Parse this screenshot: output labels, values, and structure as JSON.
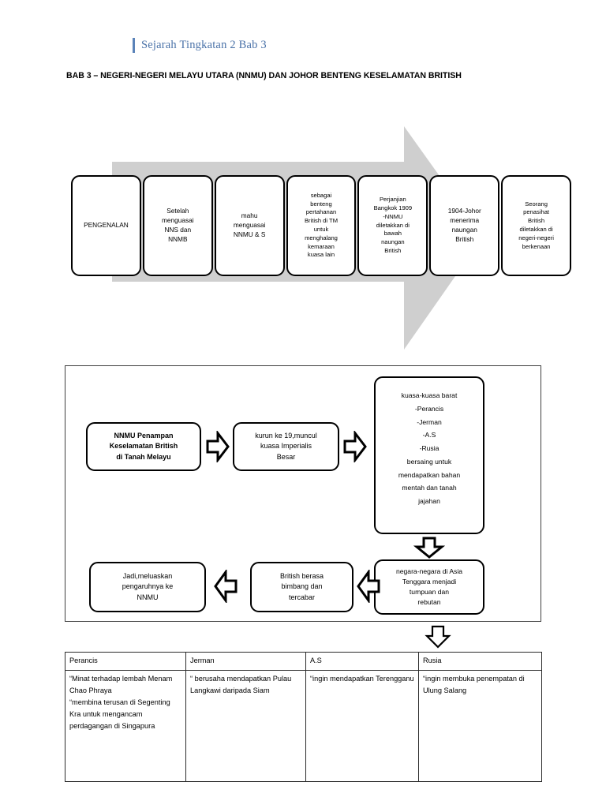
{
  "header": {
    "doc_label": "Sejarah Tingkatan 2 Bab 3",
    "accent_color": "#4a72a8",
    "chapter_title": "BAB 3 – NEGERI-NEGERI MELAYU UTARA (NNMU) DAN JOHOR BENTENG  KESELAMATAN BRITISH"
  },
  "process_arrow": {
    "fill_color": "#cfcfcf",
    "boxes": [
      {
        "id": "pengenalan",
        "text": "PENGENALAN"
      },
      {
        "id": "setelah-menguasai",
        "text": "Setelah\nmenguasai\nNNS dan\nNNMB"
      },
      {
        "id": "mahu-menguasai",
        "text": "mahu\nmenguasai\nNNMU & S"
      },
      {
        "id": "benteng-pertahanan",
        "text": "sebagai\nbenteng\npertahanan\nBritish di TM\nuntuk\nmenghalang\nkemaraan\nkuasa lain"
      },
      {
        "id": "perjanjian-bangkok",
        "text": "Perjanjian\nBangkok 1909\n-NNMU\ndiletakkan di\nbawah\nnaungan\nBritish"
      },
      {
        "id": "johor-1904",
        "text": "1904-Johor\nmenerima\nnaungan\nBritish"
      },
      {
        "id": "penasihat-british",
        "text": "Seorang\npenasihat\nBritish\ndiletakkan di\nnegeri-negeri\nberkenaan"
      }
    ]
  },
  "flowchart": {
    "boxes": {
      "nnmu": "NNMU Penampan\nKeselamatan British\ndi Tanah Melayu",
      "kurun": "kurun ke 19,muncul\nkuasa Imperialis\nBesar",
      "kuasa": "kuasa-kuasa barat\n-Perancis\n-Jerman\n-A.S\n-Rusia\nbersaing untuk\nmendapatkan bahan\nmentah dan tanah\njajahan",
      "negara": "negara-negara di Asia\nTenggara menjadi\ntumpuan dan\nrebutan",
      "british": "British berasa\nbimbang dan\ntercabar",
      "jadi": "Jadi,meluaskan\npengaruhnya ke\nNNMU"
    }
  },
  "table": {
    "headers": [
      "Perancis",
      "Jerman",
      "A.S",
      "Rusia"
    ],
    "rows": [
      [
        "“Minat terhadap lembah Menam Chao Phraya\n“membina terusan di Segenting Kra untuk mengancam perdagangan di Singapura",
        "“ berusaha mendapatkan Pulau Langkawi daripada Siam",
        "“ingin mendapatkan Terengganu",
        "“ingin membuka penempatan di Ulung Salang"
      ]
    ]
  }
}
